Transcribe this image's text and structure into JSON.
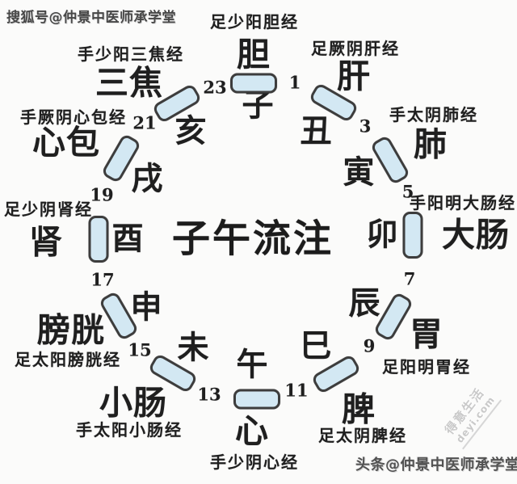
{
  "title": "子午流注",
  "watermarks": {
    "top_left": "搜狐号@仲景中医师承学堂",
    "bottom_right": "头条@仲景中医师承学堂",
    "diagonal_line1": "得意生活",
    "diagonal_line2": "deyi.com"
  },
  "colors": {
    "tick_fill": "#d3e8f3",
    "tick_border": "#3d3d3d",
    "text": "#1f1f1f",
    "watermark_gray": "#c9c9c9"
  },
  "clock": {
    "hours": [
      "1",
      "3",
      "5",
      "7",
      "9",
      "11",
      "13",
      "15",
      "17",
      "19",
      "21",
      "23"
    ],
    "sectors": [
      {
        "branch": "子",
        "organ": "胆",
        "meridian": "足少阳胆经"
      },
      {
        "branch": "丑",
        "organ": "肝",
        "meridian": "足厥阴肝经"
      },
      {
        "branch": "寅",
        "organ": "肺",
        "meridian": "手太阴肺经"
      },
      {
        "branch": "卯",
        "organ": "大肠",
        "meridian": "手阳明大肠经"
      },
      {
        "branch": "辰",
        "organ": "胃",
        "meridian": "足阳明胃经"
      },
      {
        "branch": "巳",
        "organ": "脾",
        "meridian": "足太阴脾经"
      },
      {
        "branch": "午",
        "organ": "心",
        "meridian": "手少阴心经"
      },
      {
        "branch": "未",
        "organ": "小肠",
        "meridian": "手太阳小肠经"
      },
      {
        "branch": "申",
        "organ": "膀胱",
        "meridian": "足太阳膀胱经"
      },
      {
        "branch": "酉",
        "organ": "肾",
        "meridian": "足少阴肾经"
      },
      {
        "branch": "戌",
        "organ": "心包",
        "meridian": "手厥阴心包经"
      },
      {
        "branch": "亥",
        "organ": "三焦",
        "meridian": "手少阳三焦经"
      }
    ]
  }
}
